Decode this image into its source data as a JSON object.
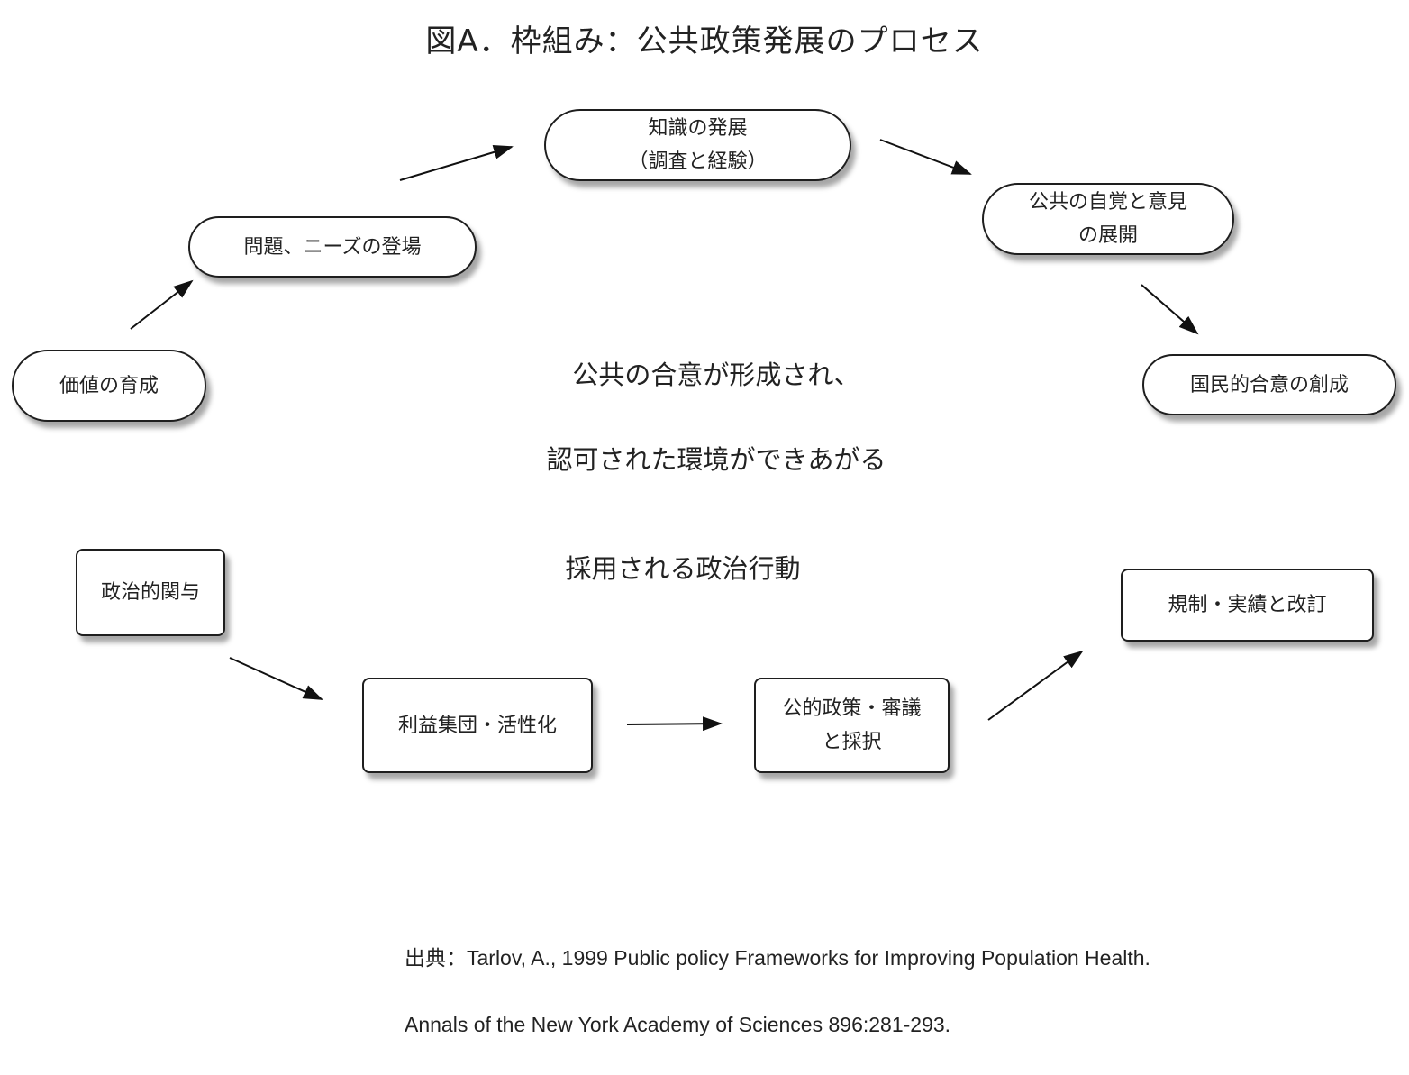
{
  "title": "図A．枠組み：公共政策発展のプロセス",
  "upper_nodes": {
    "values": "価値の育成",
    "issues": "問題、ニーズの登場",
    "knowledge_1": "知識の発展",
    "knowledge_2": "（調査と経験）",
    "awareness_1": "公共の自覚と意見",
    "awareness_2": "の展開",
    "consensus": "国民的合意の創成"
  },
  "center_text": {
    "line1": "公共の合意が形成され、",
    "line2": "認可された環境ができあがる"
  },
  "middle_label": "採用される政治行動",
  "lower_nodes": {
    "political": "政治的関与",
    "interest": "利益集団・活性化",
    "deliberation_1": "公的政策・審議",
    "deliberation_2": "と採択",
    "regulation": "規制・実績と改訂"
  },
  "source": {
    "line1": "出典：Tarlov, A., 1999 Public policy Frameworks for Improving Population Health.",
    "line2": "Annals of the New York Academy of Sciences 896:281-293."
  }
}
